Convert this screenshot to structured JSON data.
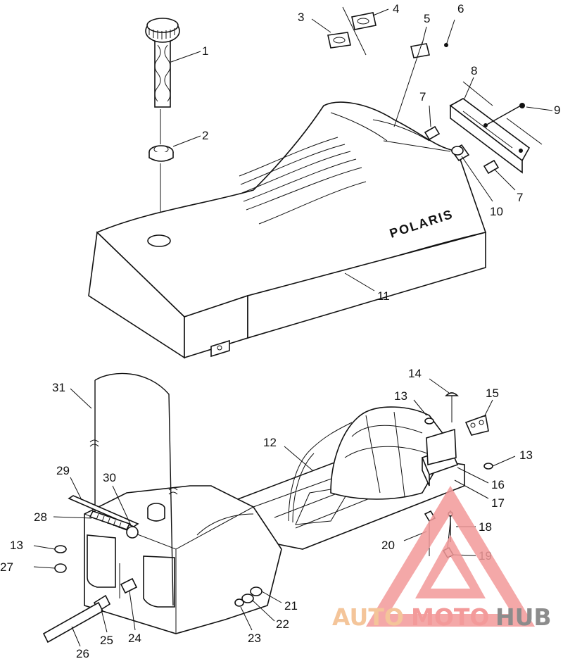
{
  "diagram": {
    "brand_text": "POLARIS",
    "callouts": [
      {
        "id": "1",
        "text": "1"
      },
      {
        "id": "2",
        "text": "2"
      },
      {
        "id": "3",
        "text": "3"
      },
      {
        "id": "4",
        "text": "4"
      },
      {
        "id": "5",
        "text": "5"
      },
      {
        "id": "6",
        "text": "6"
      },
      {
        "id": "7a",
        "text": "7"
      },
      {
        "id": "8",
        "text": "8"
      },
      {
        "id": "9",
        "text": "9"
      },
      {
        "id": "7b",
        "text": "7"
      },
      {
        "id": "10",
        "text": "10"
      },
      {
        "id": "11",
        "text": "11"
      },
      {
        "id": "31",
        "text": "31"
      },
      {
        "id": "14",
        "text": "14"
      },
      {
        "id": "13a",
        "text": "13"
      },
      {
        "id": "15",
        "text": "15"
      },
      {
        "id": "12",
        "text": "12"
      },
      {
        "id": "13b",
        "text": "13"
      },
      {
        "id": "29",
        "text": "29"
      },
      {
        "id": "30",
        "text": "30"
      },
      {
        "id": "16",
        "text": "16"
      },
      {
        "id": "17",
        "text": "17"
      },
      {
        "id": "28",
        "text": "28"
      },
      {
        "id": "18",
        "text": "18"
      },
      {
        "id": "13c",
        "text": "13"
      },
      {
        "id": "20",
        "text": "20"
      },
      {
        "id": "19",
        "text": "19"
      },
      {
        "id": "27",
        "text": "27"
      },
      {
        "id": "21",
        "text": "21"
      },
      {
        "id": "22",
        "text": "22"
      },
      {
        "id": "23",
        "text": "23"
      },
      {
        "id": "24",
        "text": "24"
      },
      {
        "id": "25",
        "text": "25"
      },
      {
        "id": "26",
        "text": "26"
      }
    ]
  },
  "watermark": {
    "part_a": "AUTO",
    "part_b": "MOTO",
    "part_c": "HUB",
    "colors": {
      "a": "#f4c59a",
      "b": "#f39a9a",
      "c": "#8c8c8c"
    }
  }
}
